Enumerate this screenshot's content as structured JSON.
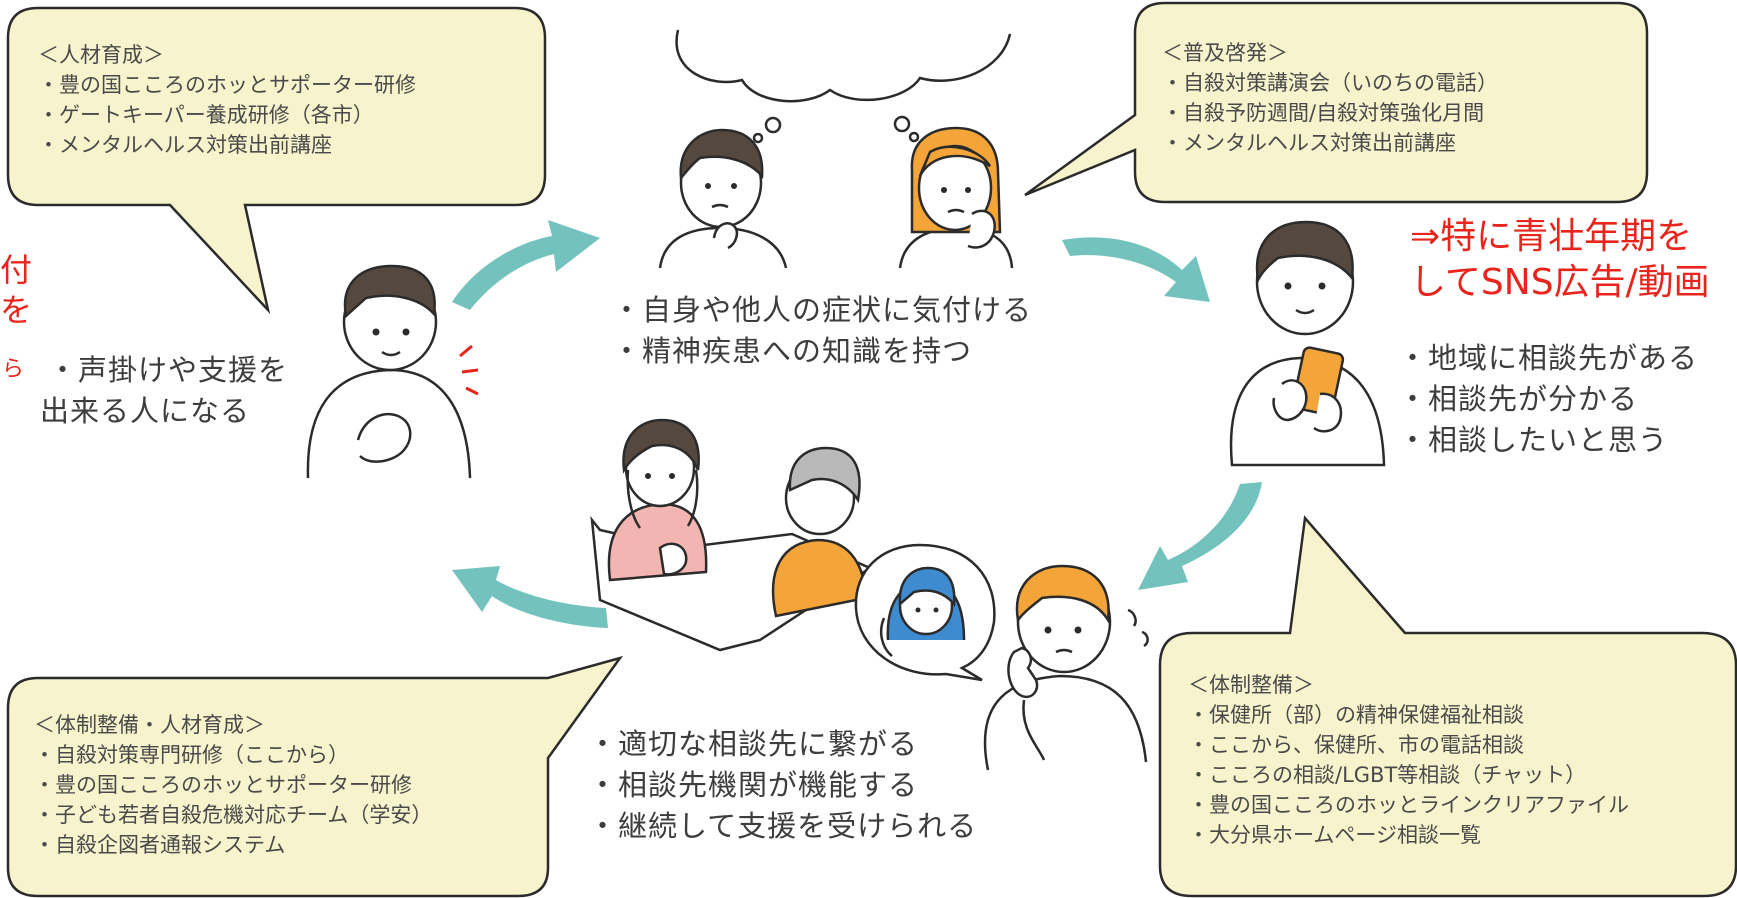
{
  "colors": {
    "bubble_fill": "#f6f3cd",
    "bubble_stroke": "#2b2b2b",
    "arrow": "#74c2bd",
    "hair_dark": "#55493f",
    "hair_orange": "#f3a53a",
    "hair_gray": "#b9b9b9",
    "shirt_pink": "#f2b5b1",
    "hair_blue": "#3f8bd0",
    "phone_orange": "#f3a53a",
    "accent_red": "#e8241c"
  },
  "icons": [
    "thought-cloud-icon",
    "person-thinking-icon",
    "woman-worried-icon",
    "person-smartphone-icon",
    "person-hand-on-chest-icon",
    "counseling-scene-icon",
    "person-phone-call-icon",
    "operator-bubble-icon",
    "arrow-icon"
  ],
  "bubbles": {
    "top_left": {
      "heading": "＜人材育成＞",
      "items": [
        "・豊の国こころのホッとサポーター研修",
        "・ゲートキーパー養成研修（各市）",
        "・メンタルヘルス対策出前講座"
      ]
    },
    "top_right": {
      "heading": "＜普及啓発＞",
      "items": [
        "・自殺対策講演会（いのちの電話）",
        "・自殺予防週間/自殺対策強化月間",
        "・メンタルヘルス対策出前講座"
      ]
    },
    "bottom_left": {
      "heading": "＜体制整備・人材育成＞",
      "items": [
        "・自殺対策専門研修（ここから）",
        "・豊の国こころのホッとサポーター研修",
        "・子ども若者自殺危機対応チーム（学安）",
        "・自殺企図者通報システム"
      ]
    },
    "bottom_right": {
      "heading": "＜体制整備＞",
      "items": [
        "・保健所（部）の精神保健福祉相談",
        "・ここから、保健所、市の電話相談",
        "・こころの相談/LGBT等相談（チャット）",
        "・豊の国こころのホッとラインクリアファイル",
        "・大分県ホームページ相談一覧"
      ]
    }
  },
  "stages": {
    "top": [
      "・自身や他人の症状に気付ける",
      "・精神疾患への知識を持つ"
    ],
    "right": [
      "・地域に相談先がある",
      "・相談先が分かる",
      "・相談したいと思う"
    ],
    "bottom": [
      "・適切な相談先に繋がる",
      "・相談先機関が機能する",
      "・継続して支援を受けられる"
    ],
    "left": [
      "・声掛けや支援を",
      "出来る人になる"
    ]
  },
  "notes": {
    "right_red": [
      "⇒特に青壮年期を",
      "してSNS広告/動画"
    ],
    "left_red": [
      "付",
      "を",
      "ら"
    ]
  }
}
